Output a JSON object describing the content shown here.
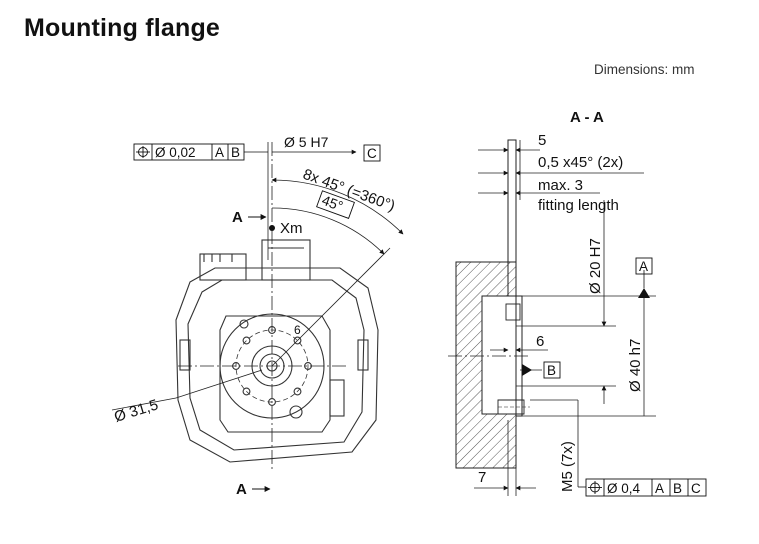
{
  "page": {
    "title": "Mounting flange",
    "units_note": "Dimensions: mm"
  },
  "front_view": {
    "section_mark_top": "A",
    "section_mark_bottom": "A",
    "point_label": "Xm",
    "position_tolerance": {
      "value": "Ø 0,02",
      "datum_1": "A",
      "datum_2": "B"
    },
    "pin_hole": "Ø 5 H7",
    "datum_c": "C",
    "pattern_angle": "8x 45° (=360°)",
    "basic_angle": "45°",
    "bolt_circle": "Ø 31,5",
    "hub_label": "6"
  },
  "section_view": {
    "title": "A - A",
    "dim_depth": "5",
    "dim_chamfer": "0,5 x45° (2x)",
    "dim_max": "max. 3",
    "dim_fitting": "fitting length",
    "dim_bore": "Ø 20 H7",
    "datum_a": "A",
    "dim_step": "6",
    "datum_b": "B",
    "dim_outer": "Ø 40 h7",
    "dim_thread": "M5 (7x)",
    "dim_bottom": "7",
    "position_tolerance": {
      "value": "Ø 0,4",
      "datum_1": "A",
      "datum_2": "B",
      "datum_3": "C"
    }
  }
}
